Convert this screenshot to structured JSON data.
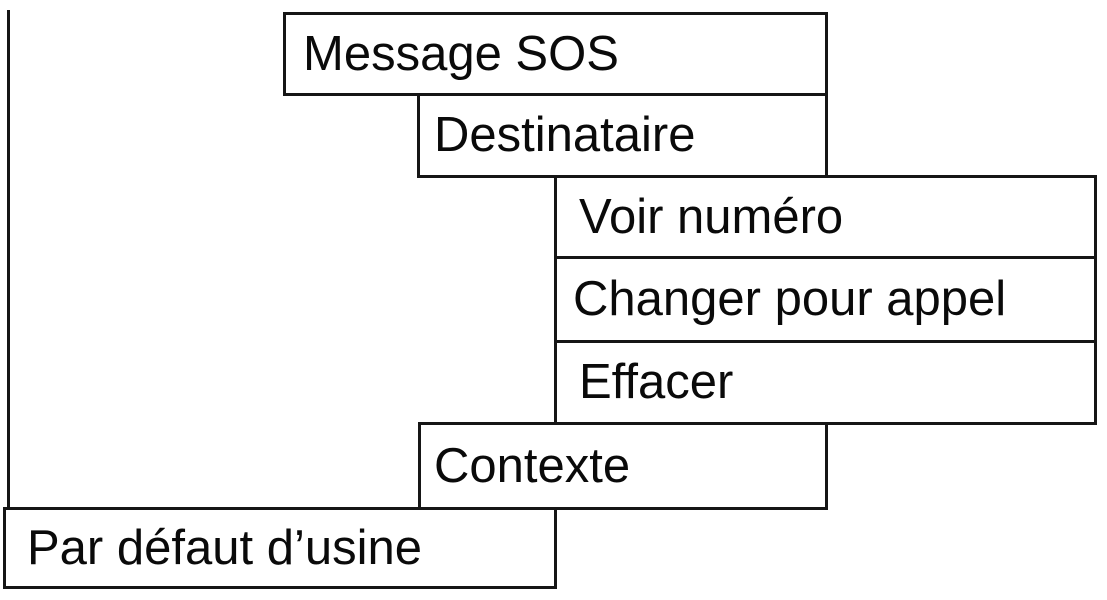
{
  "diagram": {
    "kind": "phone-menu-map",
    "language": "fr",
    "colors": {
      "background": "#ffffff",
      "border": "#161616",
      "text": "#0a0a0a"
    }
  },
  "tree": {
    "nodes": [
      {
        "label": "Message SOS",
        "indent_level": 2
      },
      {
        "label": "Destinataire",
        "indent_level": 3
      },
      {
        "label": "Voir numéro",
        "indent_level": 4
      },
      {
        "label": "Changer pour appel",
        "indent_level": 4
      },
      {
        "label": "Effacer",
        "indent_level": 4
      },
      {
        "label": "Contexte",
        "indent_level": 3
      },
      {
        "label": "Par défaut d’usine",
        "indent_level": 0
      }
    ]
  }
}
